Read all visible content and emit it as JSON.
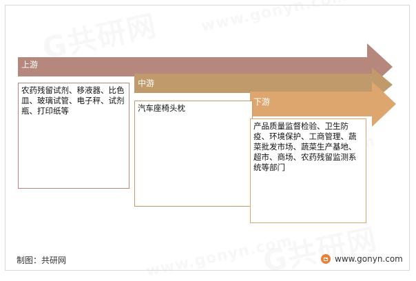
{
  "watermark": {
    "brand": "G共研网",
    "site": "www.gonyn.com"
  },
  "stages": [
    {
      "label": "上游",
      "text": "农药残留试剂、移液器、比色皿、玻璃试管、电子秤、试剂瓶、打印纸等",
      "arrow_color": "#B5877D",
      "border_color": "#B5877D"
    },
    {
      "label": "中游",
      "text": "汽车座椅头枕",
      "arrow_color": "#C19A6B",
      "border_color": "#C19A6B"
    },
    {
      "label": "下游",
      "text": "产品质量监督检验、卫生防疫、环境保护、工商管理、蔬菜批发市场、蔬菜生产基地、超市、商场、农药残留监测系统等部门",
      "arrow_color": "#DDA66E",
      "border_color": "#DDA66E"
    }
  ],
  "footer": {
    "source": "制图：共研网",
    "url": "www.gonyn.com",
    "logo_color": "#E8823A"
  }
}
